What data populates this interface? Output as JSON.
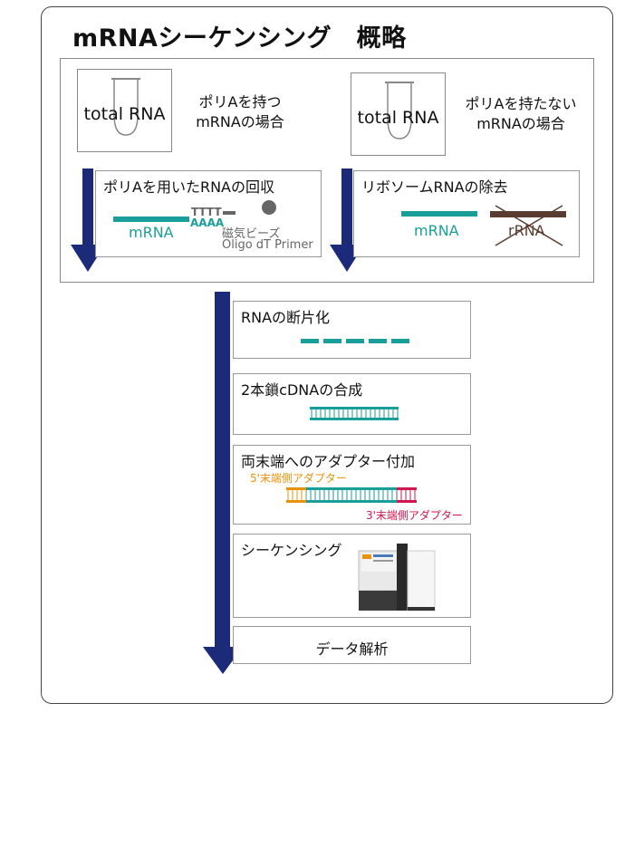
{
  "title": "mRNAシーケンシング　概略",
  "left_branch": {
    "sample_label": "total RNA",
    "description": "ポリAを持つ\nmRNAの場合",
    "step_title": "ポリAを用いたRNAの回収",
    "polyT": "TTTT",
    "polyA": "AAAA",
    "mrna_label": "mRNA",
    "bead_label": "磁気ビーズ",
    "primer_label": "Oligo dT Primer"
  },
  "right_branch": {
    "sample_label": "total RNA",
    "description": "ポリAを持たない\nmRNAの場合",
    "step_title": "リボソームRNAの除去",
    "mrna_label": "mRNA",
    "rrna_label": "rRNA"
  },
  "steps": [
    {
      "title": "RNAの断片化"
    },
    {
      "title": "2本鎖cDNAの合成"
    },
    {
      "title": "両末端へのアダプター付加",
      "adapter5": "5'末端側アダプター",
      "adapter3": "3'末端側アダプター"
    },
    {
      "title": "シーケンシング"
    },
    {
      "title": "データ解析"
    }
  ],
  "colors": {
    "arrow": "#1c2a7a",
    "teal": "#1a9e9a",
    "orange": "#e8920f",
    "crimson": "#d0164f",
    "brown": "#5a3d30",
    "gray": "#666666"
  }
}
